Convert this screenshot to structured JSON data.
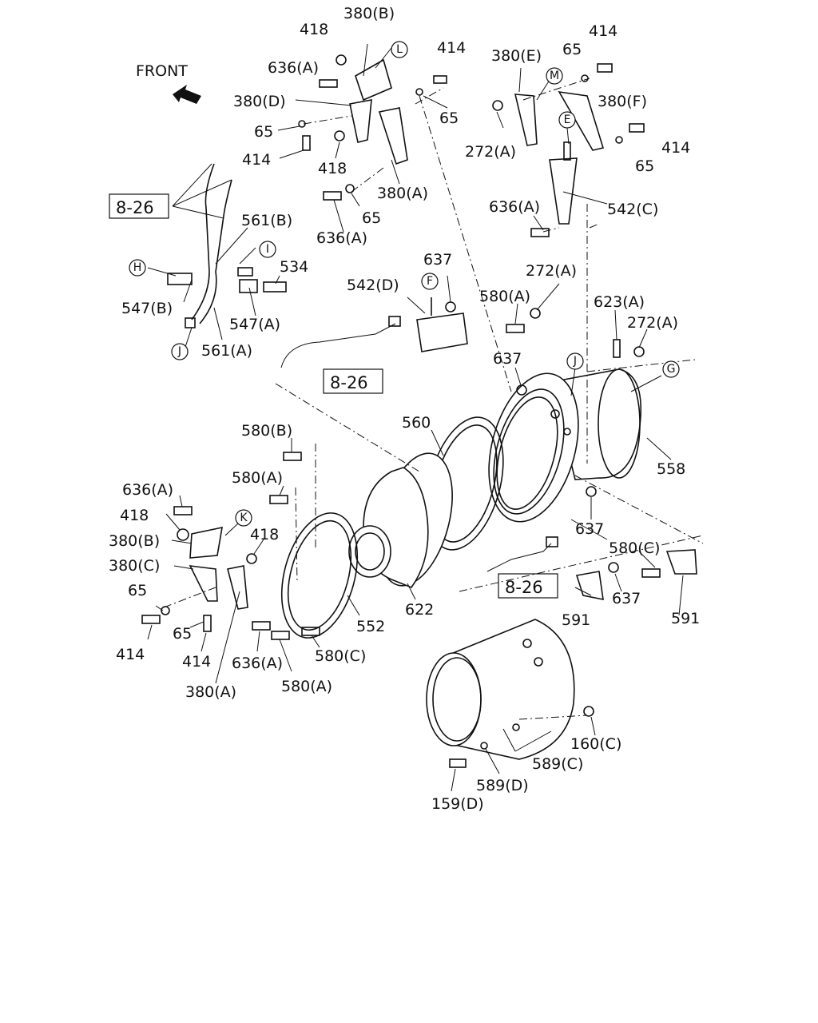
{
  "orientation": {
    "front_label": "FRONT"
  },
  "reference_boxes": [
    "8-26",
    "8-26",
    "8-26"
  ],
  "callouts": [
    "L",
    "M",
    "E",
    "I",
    "H",
    "J",
    "F",
    "J",
    "G",
    "K"
  ],
  "part_labels": [
    "418",
    "380(B)",
    "414",
    "380(E)",
    "65",
    "414",
    "636(A)",
    "380(D)",
    "65",
    "380(F)",
    "65",
    "414",
    "418",
    "272(A)",
    "414",
    "65",
    "380(A)",
    "65",
    "636(A)",
    "542(C)",
    "636(A)",
    "561(B)",
    "534",
    "637",
    "272(A)",
    "542(D)",
    "547(B)",
    "547(A)",
    "580(A)",
    "623(A)",
    "272(A)",
    "561(A)",
    "637",
    "560",
    "580(B)",
    "558",
    "580(A)",
    "636(A)",
    "418",
    "418",
    "380(B)",
    "380(C)",
    "637",
    "580(C)",
    "65",
    "622",
    "637",
    "552",
    "591",
    "591",
    "65",
    "414",
    "414",
    "636(A)",
    "580(C)",
    "380(A)",
    "580(A)",
    "160(C)",
    "589(C)",
    "589(D)",
    "159(D)"
  ]
}
